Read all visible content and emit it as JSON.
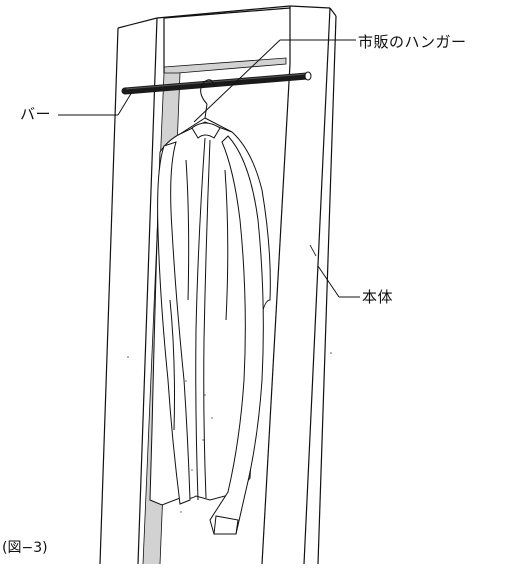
{
  "figure": {
    "caption": "(図−3)",
    "callouts": {
      "hanger": "市販のハンガー",
      "bar": "バー",
      "body": "本体"
    }
  },
  "colors": {
    "line": "#111111",
    "inner_wall": "#d2d2d2",
    "bar": "#1a1a1a",
    "background": "#ffffff"
  }
}
